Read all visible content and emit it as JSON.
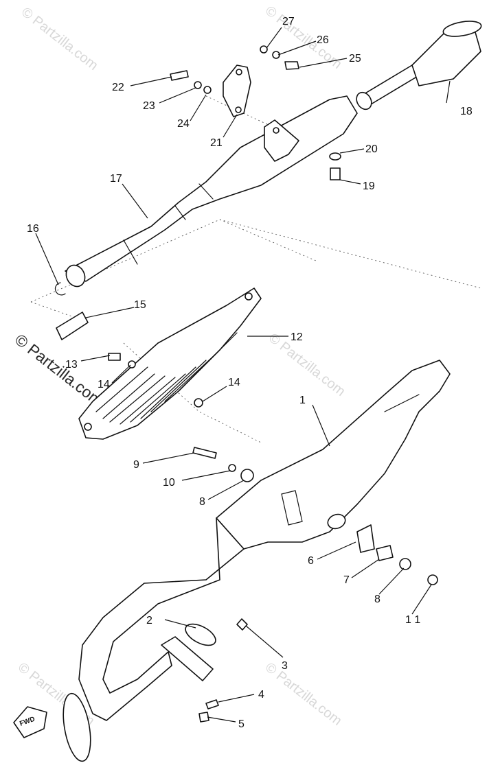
{
  "watermark": {
    "text": "© Partzilla.com",
    "prominent_text": "© Partzilla.com"
  },
  "direction_badge": {
    "text": "FWD"
  },
  "callouts": [
    {
      "id": "c1",
      "text": "1"
    },
    {
      "id": "c2",
      "text": "2"
    },
    {
      "id": "c3",
      "text": "3"
    },
    {
      "id": "c4",
      "text": "4"
    },
    {
      "id": "c5",
      "text": "5"
    },
    {
      "id": "c6",
      "text": "6"
    },
    {
      "id": "c7",
      "text": "7"
    },
    {
      "id": "c8a",
      "text": "8"
    },
    {
      "id": "c8b",
      "text": "8"
    },
    {
      "id": "c9",
      "text": "9"
    },
    {
      "id": "c10",
      "text": "10"
    },
    {
      "id": "c11",
      "text": "1 1"
    },
    {
      "id": "c12",
      "text": "12"
    },
    {
      "id": "c13",
      "text": "13"
    },
    {
      "id": "c14a",
      "text": "14"
    },
    {
      "id": "c14b",
      "text": "14"
    },
    {
      "id": "c15",
      "text": "15"
    },
    {
      "id": "c16",
      "text": "16"
    },
    {
      "id": "c17",
      "text": "17"
    },
    {
      "id": "c18",
      "text": "18"
    },
    {
      "id": "c19",
      "text": "19"
    },
    {
      "id": "c20",
      "text": "20"
    },
    {
      "id": "c21",
      "text": "21"
    },
    {
      "id": "c22",
      "text": "22"
    },
    {
      "id": "c23",
      "text": "23"
    },
    {
      "id": "c24",
      "text": "24"
    },
    {
      "id": "c25",
      "text": "25"
    },
    {
      "id": "c26",
      "text": "26"
    },
    {
      "id": "c27",
      "text": "27"
    }
  ]
}
